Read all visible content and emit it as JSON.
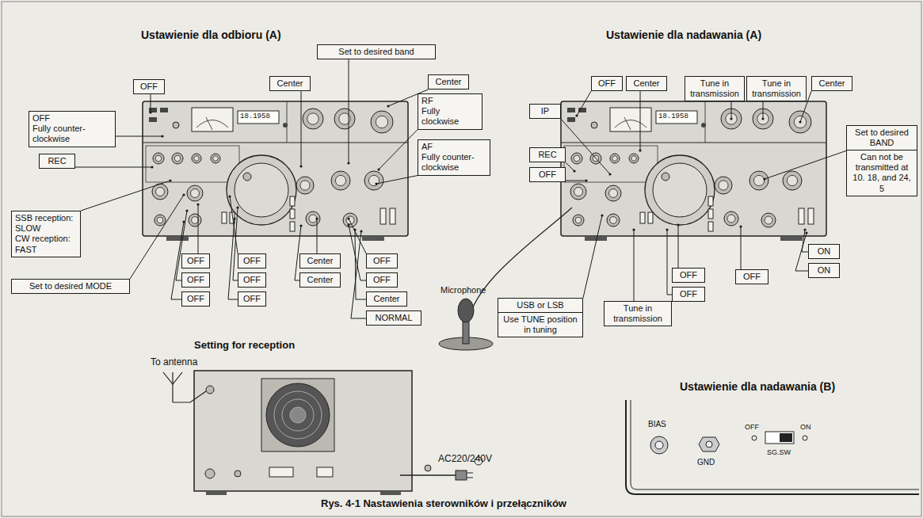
{
  "diagram": {
    "caption": "Rys. 4-1 Nastawienia sterowników i przełączników",
    "nodes": [
      {
        "text": [
          "OFF"
        ]
      },
      {
        "text": [
          "OFF",
          "Fully counter-clockwise"
        ]
      },
      {
        "text": [
          "REC"
        ]
      },
      {
        "text": [
          "SSB reception: SLOW",
          "CW reception: FAST"
        ]
      },
      {
        "text": [
          "Set to desired MODE"
        ]
      },
      {
        "text": [
          "OFF"
        ]
      },
      {
        "text": [
          "OFF"
        ]
      },
      {
        "text": [
          "OFF"
        ]
      },
      {
        "text": [
          "OFF"
        ]
      },
      {
        "text": [
          "OFF"
        ]
      },
      {
        "text": [
          "OFF"
        ]
      },
      {
        "text": [
          "Center"
        ]
      },
      {
        "text": [
          "Set to desired band"
        ]
      },
      {
        "text": [
          "Center"
        ]
      },
      {
        "text": [
          "RF",
          "Fully clockwise"
        ]
      },
      {
        "text": [
          "AF",
          "Fully counter-clockwise"
        ]
      },
      {
        "text": [
          "Center"
        ]
      },
      {
        "text": [
          "Center"
        ]
      },
      {
        "text": [
          "OFF"
        ]
      },
      {
        "text": [
          "OFF"
        ]
      },
      {
        "text": [
          "Center"
        ]
      },
      {
        "text": [
          "NORMAL"
        ]
      },
      {
        "text": [
          "OFF"
        ]
      },
      {
        "text": [
          "Center"
        ]
      },
      {
        "text": [
          "Tune in transmission"
        ]
      },
      {
        "text": [
          "Tune in transmission"
        ]
      },
      {
        "text": [
          "Center"
        ]
      },
      {
        "text": [
          "IP"
        ]
      },
      {
        "text": [
          "REC"
        ]
      },
      {
        "text": [
          "OFF"
        ]
      },
      {
        "text": [
          "Set to desired BAND"
        ]
      },
      {
        "text": [
          "Can not be transmitted at 10. 18, and 24, 5"
        ]
      },
      {
        "text": [
          "ON"
        ]
      },
      {
        "text": [
          "ON"
        ]
      },
      {
        "text": [
          "OFF"
        ]
      },
      {
        "text": [
          "OFF"
        ]
      },
      {
        "text": [
          "OFF"
        ]
      },
      {
        "text": [
          "USB or LSB"
        ]
      },
      {
        "text": [
          "Use TUNE position in tuning"
        ]
      },
      {
        "text": [
          "Tune in transmission"
        ]
      }
    ],
    "labels": [
      "Ustawienie dla odbioru (A)",
      "Ustawienie dla nadawania (A)",
      "18.1958",
      "18.1958",
      "Microphone",
      "Setting for reception",
      "To antenna",
      "AC220/240V",
      "Ustawienie dla nadawania (B)",
      "BIAS",
      "GND",
      "OFF",
      "ON",
      "SG.SW"
    ]
  }
}
